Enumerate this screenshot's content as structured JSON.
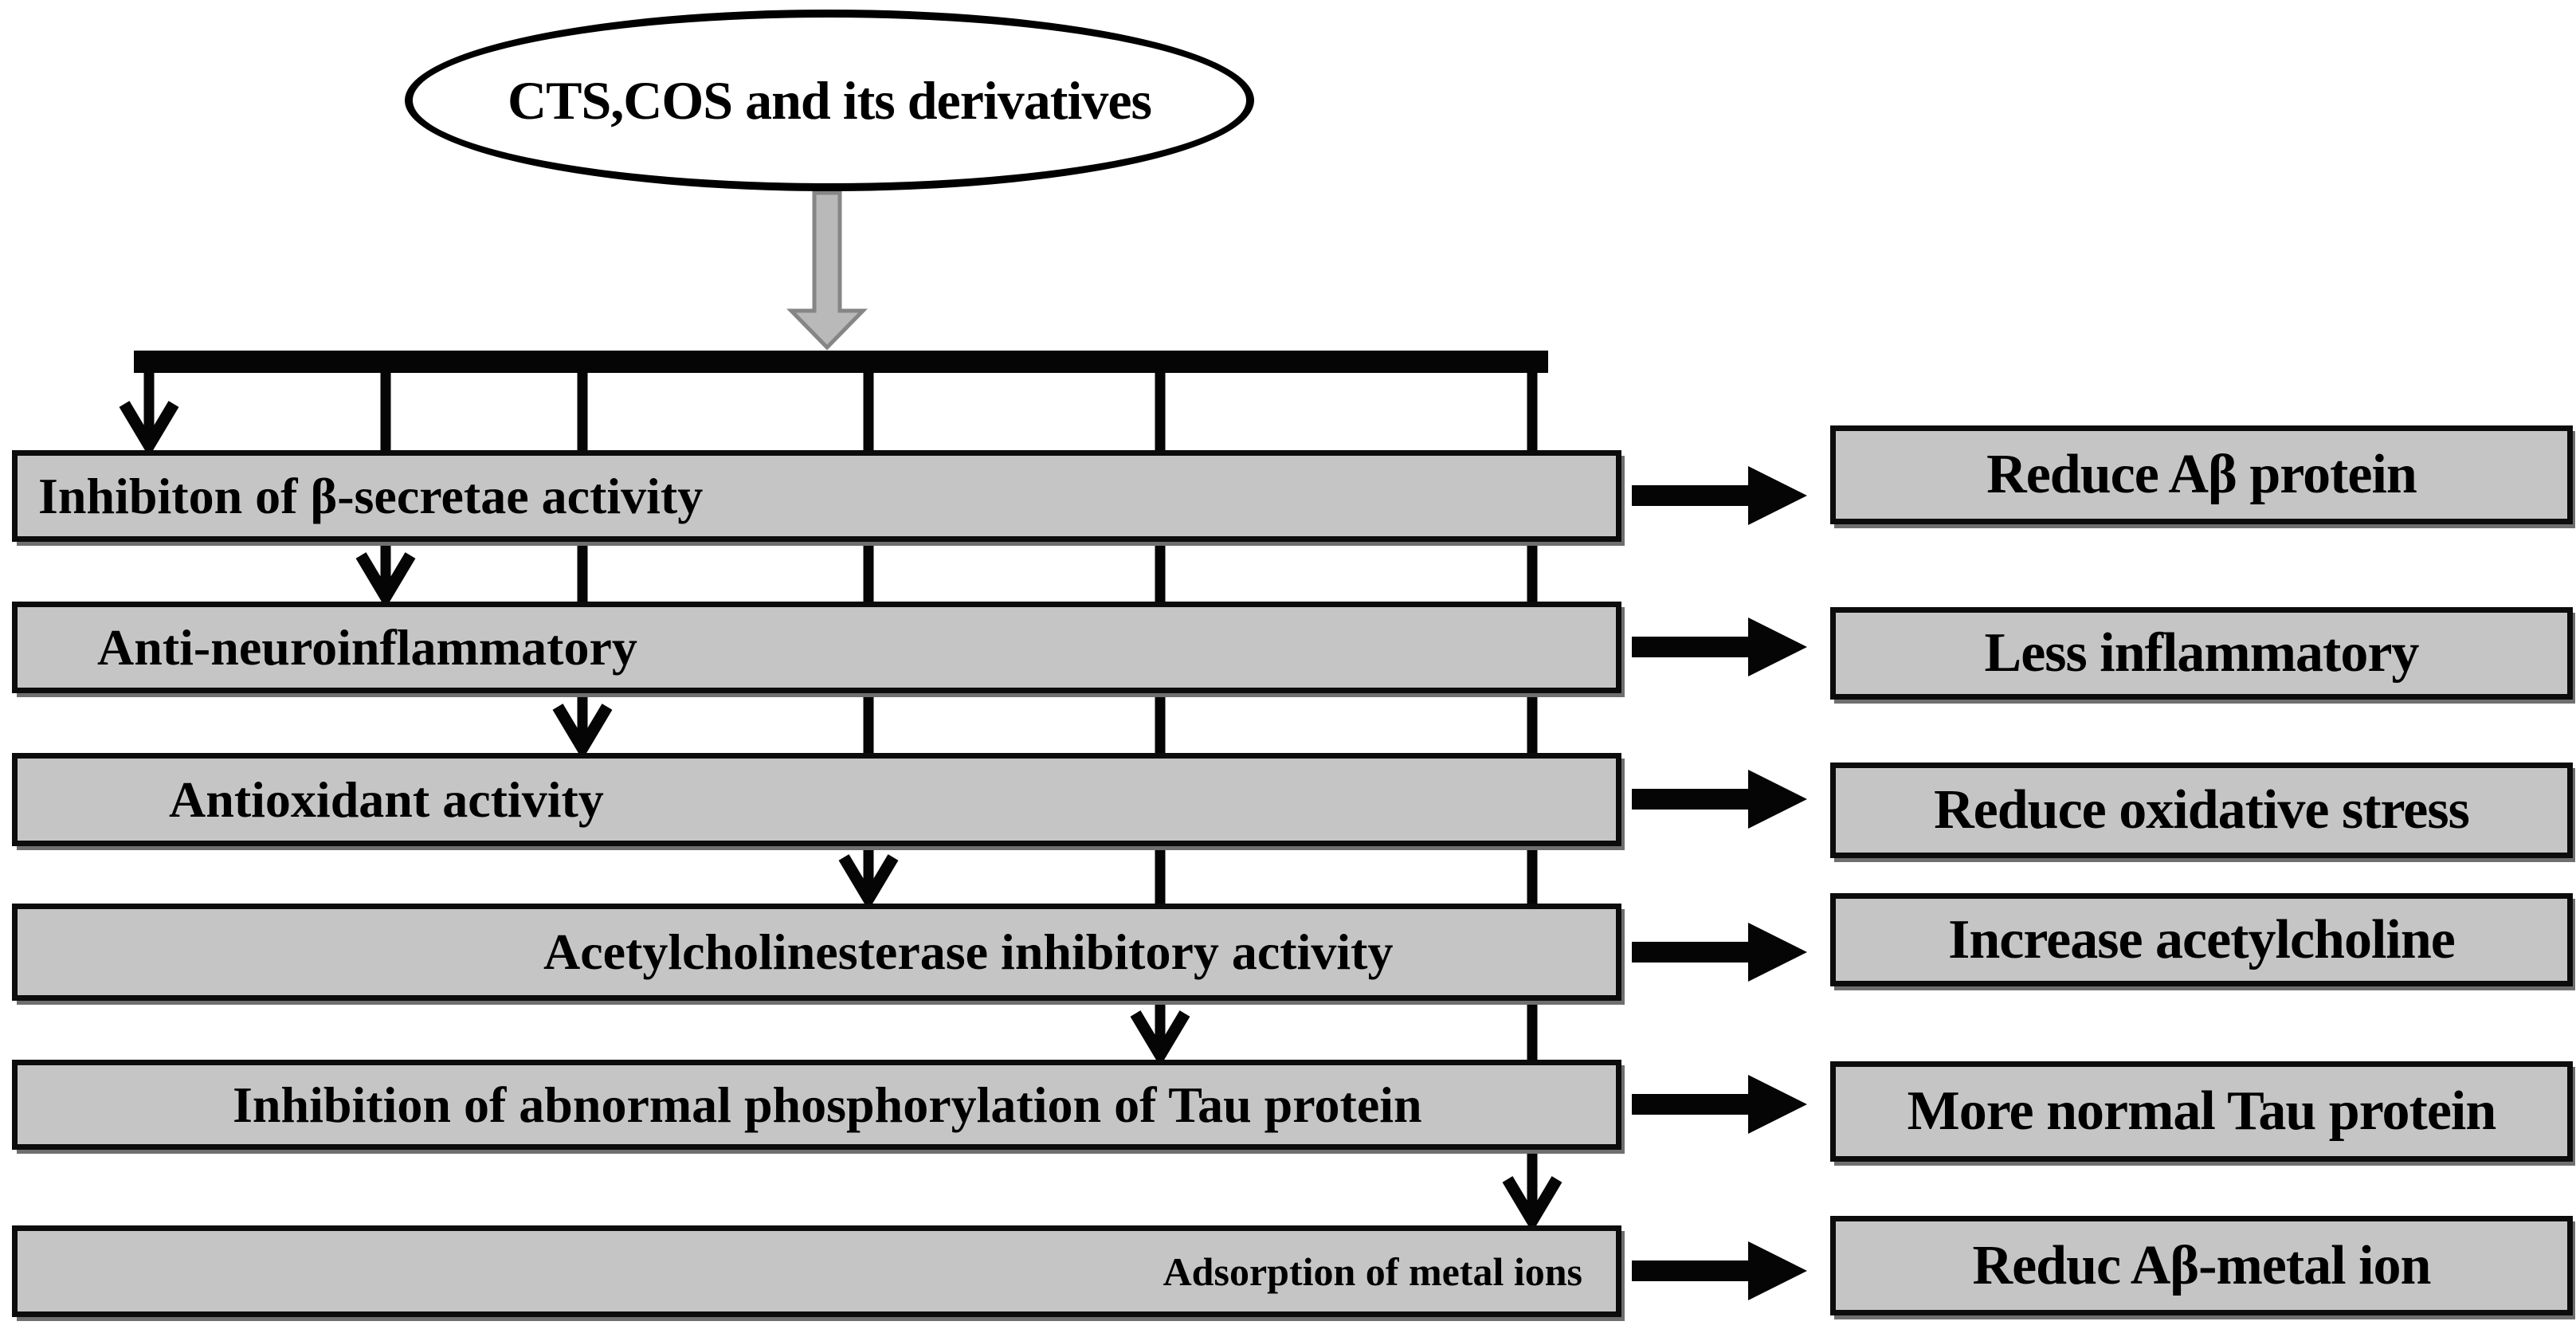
{
  "source": {
    "label": "CTS,COS and its derivatives"
  },
  "rows": [
    {
      "mechanism": "Inhibiton of β-secretae activity",
      "outcome": "Reduce Aβ protein"
    },
    {
      "mechanism": "Anti-neuroinflammatory",
      "outcome": "Less inflammatory"
    },
    {
      "mechanism": "Antioxidant activity",
      "outcome": "Reduce oxidative stress"
    },
    {
      "mechanism": "Acetylcholinesterase inhibitory activity",
      "outcome": "Increase acetylcholine"
    },
    {
      "mechanism": "Inhibition of abnormal phosphorylation of Tau protein",
      "outcome": "More normal Tau protein"
    },
    {
      "mechanism": "Adsorption of metal ions",
      "outcome": "Reduc Aβ-metal ion"
    }
  ],
  "colors": {
    "box-fill": "#c5c5c5",
    "line-color": "#050505",
    "border-color": "#0c0c0c",
    "shadow-color": "#6f6f6f",
    "down-arrow-fill": "#b9b9b9",
    "down-arrow-stroke": "#868686",
    "background": "#ffffff",
    "text-color": "#000000"
  }
}
